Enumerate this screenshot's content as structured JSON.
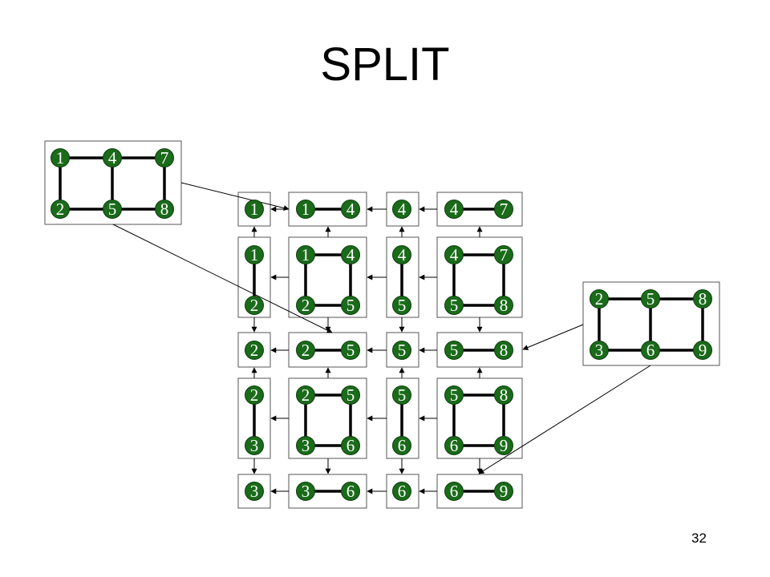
{
  "slide": {
    "title": "SPLIT",
    "page_number": "32"
  },
  "colors": {
    "node_fill": "#1a6b1a",
    "node_text": "#ffffff",
    "edge": "#000000",
    "arrow": "#000000",
    "box_border": "#555555"
  },
  "source_graphs": [
    {
      "id": "left-source",
      "nodes": [
        "1",
        "4",
        "7",
        "2",
        "5",
        "8"
      ]
    },
    {
      "id": "right-source",
      "nodes": [
        "2",
        "5",
        "8",
        "3",
        "6",
        "9"
      ]
    }
  ],
  "grid": [
    [
      [
        "1"
      ],
      [
        "1",
        "4"
      ],
      [
        "4"
      ],
      [
        "4",
        "7"
      ]
    ],
    [
      [
        "1",
        "2"
      ],
      [
        "1",
        "4",
        "2",
        "5"
      ],
      [
        "4",
        "5"
      ],
      [
        "4",
        "7",
        "5",
        "8"
      ]
    ],
    [
      [
        "2"
      ],
      [
        "2",
        "5"
      ],
      [
        "5"
      ],
      [
        "5",
        "8"
      ]
    ],
    [
      [
        "2",
        "3"
      ],
      [
        "2",
        "5",
        "3",
        "6"
      ],
      [
        "5",
        "6"
      ],
      [
        "5",
        "8",
        "6",
        "9"
      ]
    ],
    [
      [
        "3"
      ],
      [
        "3",
        "6"
      ],
      [
        "6"
      ],
      [
        "6",
        "9"
      ]
    ]
  ]
}
